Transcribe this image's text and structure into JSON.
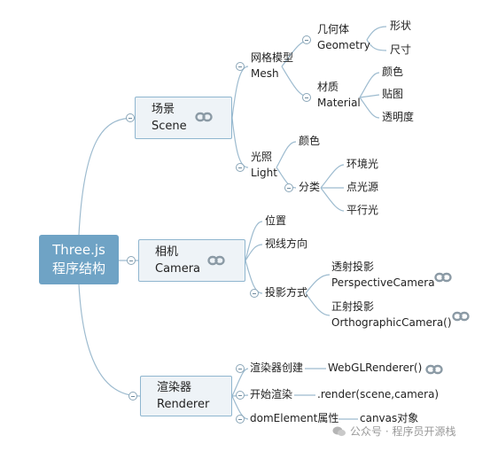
{
  "root": {
    "line1": "Three.js",
    "line2": "程序结构"
  },
  "scene": {
    "title": "场景",
    "subtitle": "Scene",
    "mesh": {
      "title": "网格模型",
      "subtitle": "Mesh",
      "geometry": {
        "title": "几何体",
        "subtitle": "Geometry",
        "items": [
          "形状",
          "尺寸"
        ]
      },
      "material": {
        "title": "材质",
        "subtitle": "Material",
        "items": [
          "颜色",
          "贴图",
          "透明度"
        ]
      }
    },
    "light": {
      "title": "光照",
      "subtitle": "Light",
      "color": "颜色",
      "category": {
        "title": "分类",
        "items": [
          "环境光",
          "点光源",
          "平行光"
        ]
      }
    }
  },
  "camera": {
    "title": "相机",
    "subtitle": "Camera",
    "position": "位置",
    "view_direction": "视线方向",
    "projection": {
      "title": "投影方式",
      "perspective": {
        "title": "透射投影",
        "subtitle": "PerspectiveCamera"
      },
      "orthographic": {
        "title": "正射投影",
        "subtitle": "OrthographicCamera()"
      }
    }
  },
  "renderer": {
    "title": "渲染器",
    "subtitle": "Renderer",
    "create": {
      "title": "渲染器创建",
      "value": "WebGLRenderer()"
    },
    "start": {
      "title": "开始渲染",
      "value": ".render(scene,camera)"
    },
    "dom": {
      "title": "domElement属性",
      "value": "canvas对象"
    }
  },
  "watermark": "公众号 · 程序员开源栈",
  "colors": {
    "root_bg": "#6fa3c5",
    "branch_bg": "#eef3f7",
    "branch_border": "#8fb6cf",
    "line": "#9dbbcf"
  }
}
